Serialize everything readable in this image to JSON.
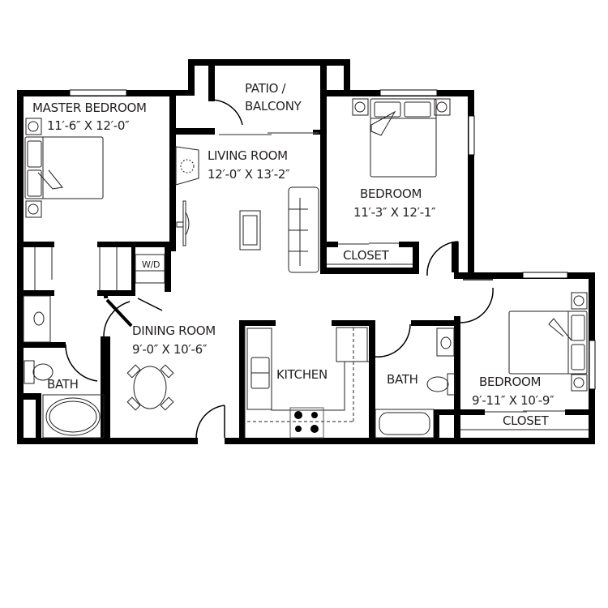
{
  "floor_plan": {
    "colors": {
      "wall": "#000000",
      "fixture": "#231f20",
      "window": "#ffffff",
      "background": "#ffffff"
    },
    "rooms": {
      "master_bedroom": {
        "name": "MASTER BEDROOM",
        "size": "11′-6″ X 12′-0″"
      },
      "patio": {
        "name_line1": "PATIO /",
        "name_line2": "BALCONY"
      },
      "living_room": {
        "name": "LIVING ROOM",
        "size": "12′-0″ X 13′-2″"
      },
      "bedroom_1": {
        "name": "BEDROOM",
        "size": "11′-3″ X 12′-1″",
        "closet": "CLOSET"
      },
      "dining_room": {
        "name": "DINING ROOM",
        "size": "9′-0″ X 10′-6″"
      },
      "kitchen": {
        "name": "KITCHEN"
      },
      "bath_master": {
        "name": "BATH"
      },
      "bath_2": {
        "name": "BATH"
      },
      "bedroom_2": {
        "name": "BEDROOM",
        "size": "9′-11″ X 10′-9″",
        "closet": "CLOSET"
      },
      "laundry": {
        "name": "W/D"
      }
    }
  }
}
